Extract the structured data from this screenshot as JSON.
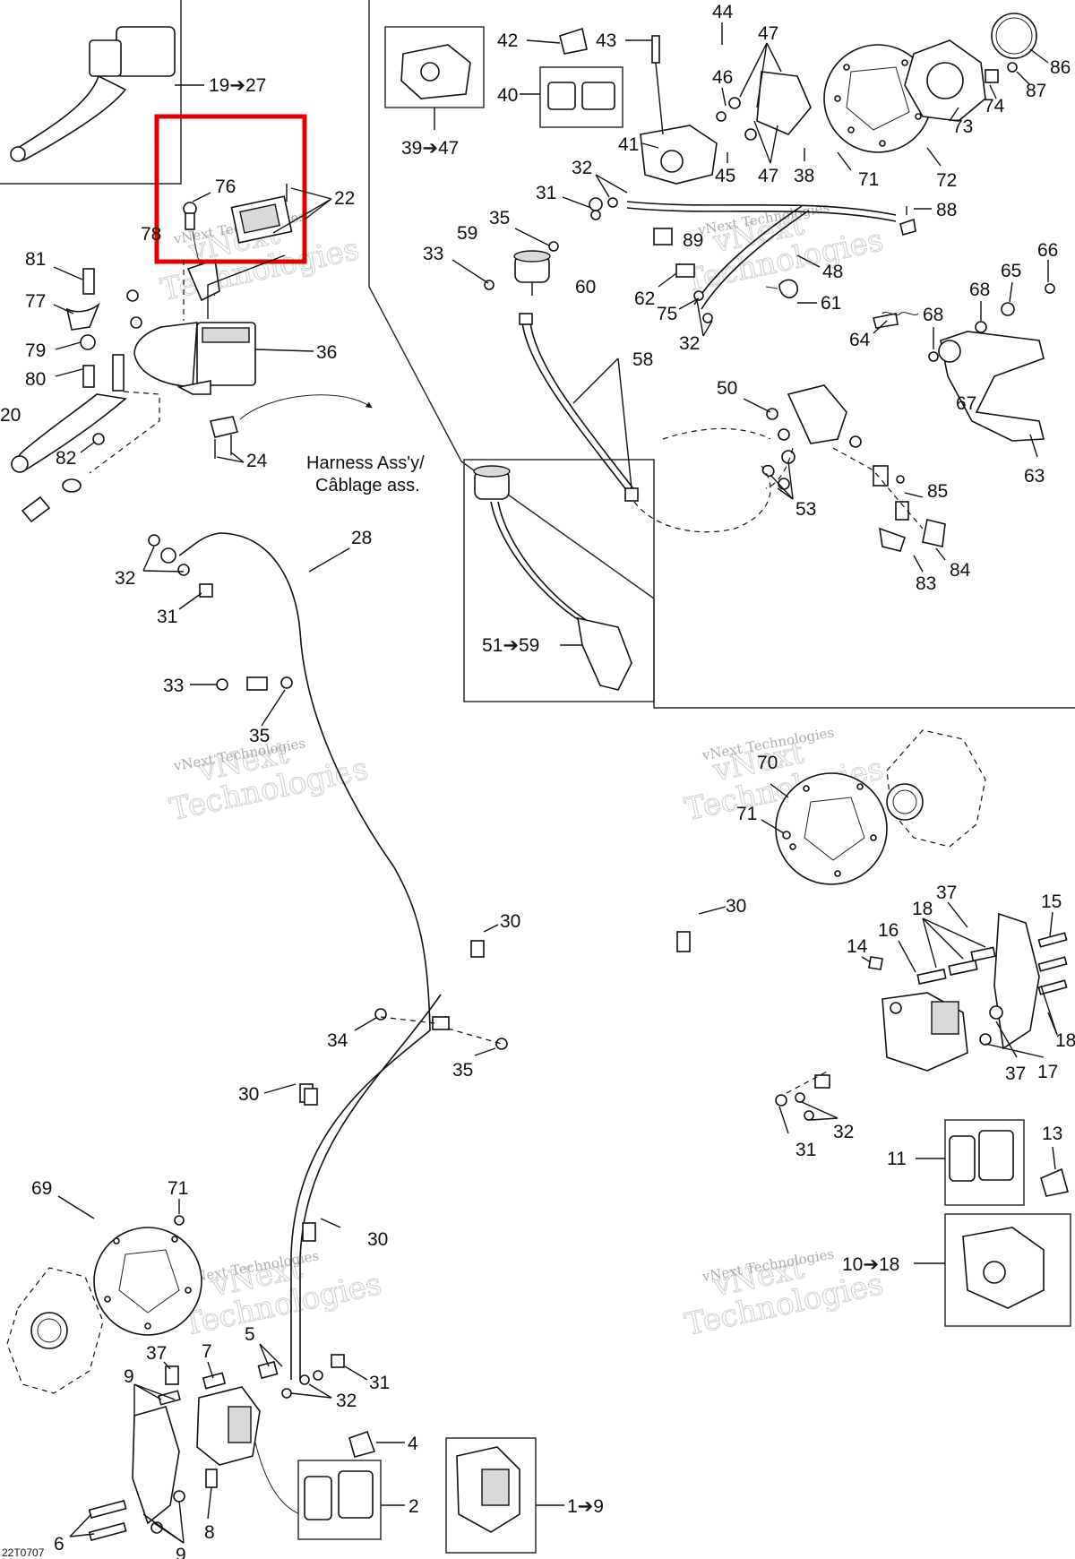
{
  "diagram": {
    "drawing_code": "22T0707",
    "highlight_color": "#e30000",
    "harness_label_line1": "Harness Ass'y/",
    "harness_label_line2": "Câblage ass.",
    "watermark_line1": "vNext",
    "watermark_line2": "Technologies",
    "watermark_small": "vNext Technologies",
    "callouts": {
      "c19_27": "19➔27",
      "c76": "76",
      "c22": "22",
      "c78": "78",
      "c81": "81",
      "c77": "77",
      "c79": "79",
      "c80": "80",
      "c20": "20",
      "c82": "82",
      "c36": "36",
      "c24": "24",
      "c39_47": "39➔47",
      "c42": "42",
      "c43": "43",
      "c44": "44",
      "c47a": "47",
      "c46": "46",
      "c40": "40",
      "c41": "41",
      "c45": "45",
      "c47b": "47",
      "c38": "38",
      "c71a": "71",
      "c72": "72",
      "c73": "73",
      "c74": "74",
      "c87": "87",
      "c86": "86",
      "c88": "88",
      "c32a": "32",
      "c31a": "31",
      "c35a": "35",
      "c59": "59",
      "c33a": "33",
      "c60": "60",
      "c89": "89",
      "c48": "48",
      "c62": "62",
      "c75": "75",
      "c61": "61",
      "c32b": "32",
      "c66": "66",
      "c65": "65",
      "c68a": "68",
      "c68b": "68",
      "c64": "64",
      "c67": "67",
      "c63": "63",
      "c58": "58",
      "c50": "50",
      "c53": "53",
      "c85": "85",
      "c84": "84",
      "c83": "83",
      "c51_59": "51➔59",
      "c28": "28",
      "c32c": "32",
      "c31b": "31",
      "c33b": "33",
      "c35b": "35",
      "c70": "70",
      "c71b": "71",
      "c37a": "37",
      "c15": "15",
      "c18a": "18",
      "c16": "16",
      "c14": "14",
      "c18b": "18",
      "c37b": "37",
      "c17": "17",
      "c30a": "30",
      "c30b": "30",
      "c34": "34",
      "c35c": "35",
      "c30c": "30",
      "c31c": "31",
      "c32d": "32",
      "c11": "11",
      "c13": "13",
      "c69": "69",
      "c71c": "71",
      "c30d": "30",
      "c10_18": "10➔18",
      "c5": "5",
      "c37c": "37",
      "c7": "7",
      "c9a": "9",
      "c31d": "31",
      "c32e": "32",
      "c4": "4",
      "c2": "2",
      "c1_9": "1➔9",
      "c6": "6",
      "c9b": "9",
      "c8": "8"
    }
  }
}
